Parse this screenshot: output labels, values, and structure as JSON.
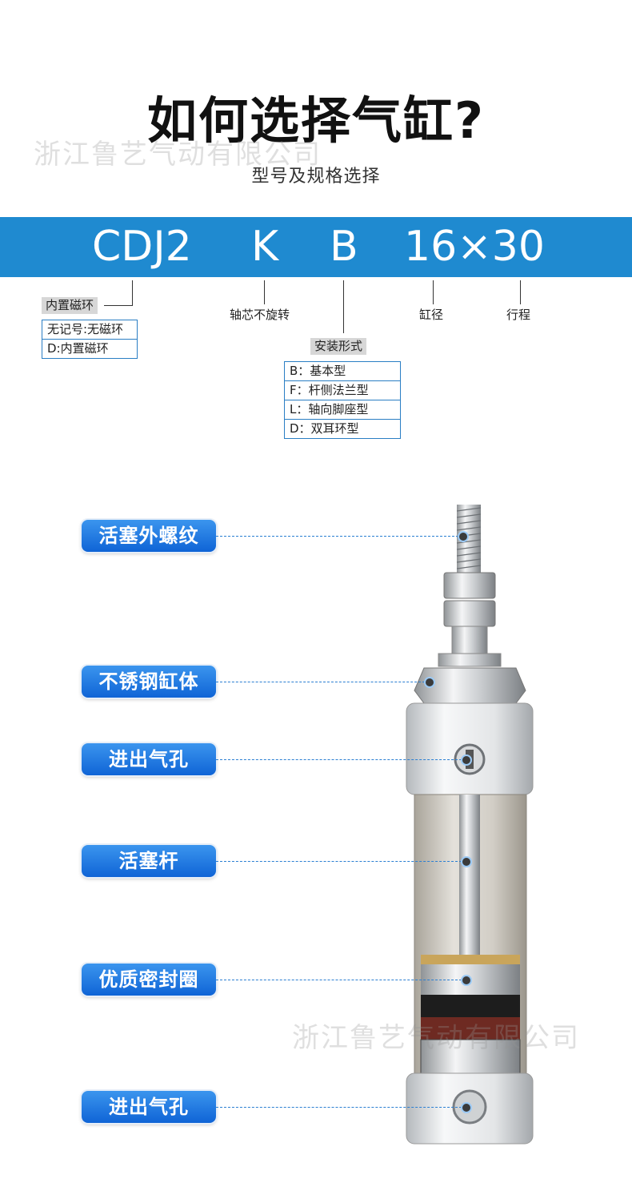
{
  "header": {
    "title": "如何选择气缸?",
    "subtitle": "型号及规格选择",
    "watermark_top": "浙江鲁艺气动有限公司",
    "watermark_bottom": "浙江鲁艺气动有限公司"
  },
  "model_code": {
    "parts": [
      "CDJ2",
      "K",
      "B",
      "16×30"
    ]
  },
  "legend": {
    "magnet": {
      "label": "内置磁环",
      "options": [
        "无记号:无磁环",
        "D:内置磁环"
      ]
    },
    "rod": {
      "label": "轴芯不旋转"
    },
    "mount": {
      "label": "安装形式",
      "options": [
        "B：基本型",
        "F：杆侧法兰型",
        "L：轴向脚座型",
        "D：双耳环型"
      ]
    },
    "bore": {
      "label": "缸径"
    },
    "stroke": {
      "label": "行程"
    }
  },
  "parts_callouts": [
    "活塞外螺纹",
    "不锈钢缸体",
    "进出气孔",
    "活塞杆",
    "优质密封圈",
    "进出气孔"
  ],
  "colors": {
    "band": "#1f8ad0",
    "pill": "#1a6fdc",
    "leader": "#2b7fd2"
  }
}
